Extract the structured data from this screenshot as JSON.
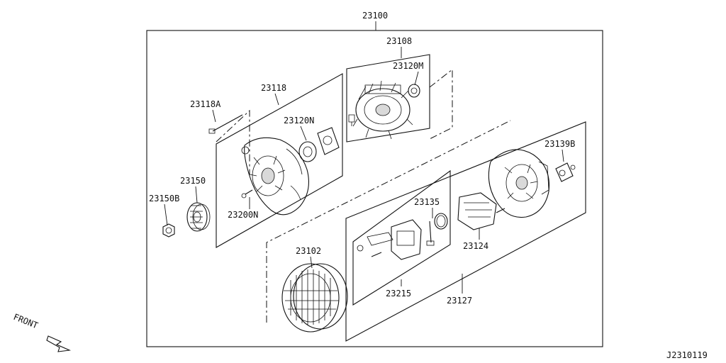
{
  "labels": {
    "p23100": "23100",
    "p23108": "23108",
    "p23120M": "23120M",
    "p23118": "23118",
    "p23118A": "23118A",
    "p23120N": "23120N",
    "p23150": "23150",
    "p23150B": "23150B",
    "p23200N": "23200N",
    "p23139B": "23139B",
    "p23135": "23135",
    "p23124": "23124",
    "p23102": "23102",
    "p23215": "23215",
    "p23127": "23127",
    "front": "FRONT",
    "code": "J2310119"
  }
}
